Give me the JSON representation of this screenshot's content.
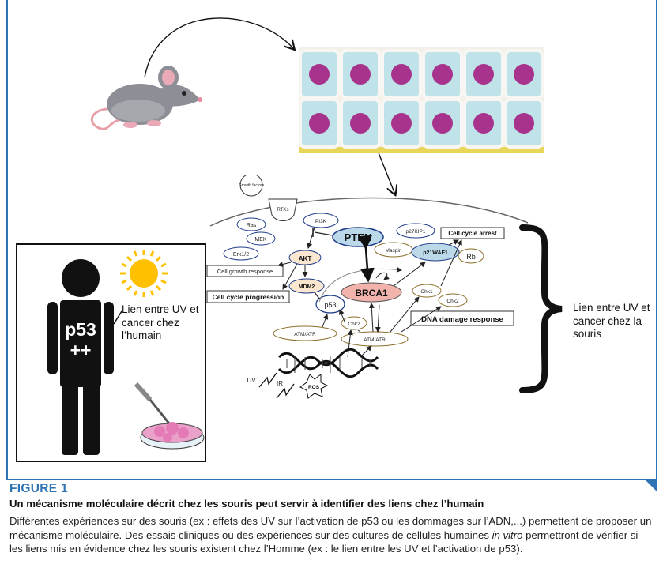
{
  "human_panel": {
    "badge_line1": "p53",
    "badge_line2": "++",
    "label": "Lien entre UV et cancer chez l’humain"
  },
  "mouse_label": "Lien entre UV et cancer chez la souris",
  "pathway": {
    "growth_factors": "Growth factors",
    "rtks": "RTKs",
    "ras": "Ras",
    "mek": "MEK",
    "erk": "Erk1/2",
    "pi3k": "PI3K",
    "pten": "PTEN",
    "akt": "AKT",
    "cell_growth": "Cell growth response",
    "cell_cycle_prog": "Cell cycle progression",
    "mdm2": "MDM2",
    "p53": "p53",
    "brca1": "BRCA1",
    "p27": "p27KIP1",
    "maspin": "Maspin",
    "p21": "p21WAF1",
    "cell_cycle_arrest": "Cell cycle arrest",
    "rb": "Rb",
    "chk1": "Chk1",
    "chk2_right": "Chk2",
    "chk2_left": "Chk2",
    "dna_damage": "DNA damage response",
    "atm_left": "ATM/ATR",
    "atm_right": "ATM/ATR",
    "uv": "UV",
    "ir": "IR",
    "ros": "ROS"
  },
  "caption": {
    "title": "FIGURE 1",
    "subtitle": "Un mécanisme moléculaire décrit chez les souris peut servir à identifier des liens chez l’humain",
    "body_part1": "Différentes expériences sur des souris (ex : effets des UV sur l’activation de p53 ou les dommages sur l’ADN,...) permettent de proposer un mécanisme moléculaire. Des essais cliniques ou des expériences sur des cultures de cellules humaines ",
    "body_italic": "in vitro",
    "body_part2": " permettront de vérifier si les liens mis en évidence chez les souris existent chez l’Homme (ex : le lien entre les UV et l’activation de p53)."
  }
}
